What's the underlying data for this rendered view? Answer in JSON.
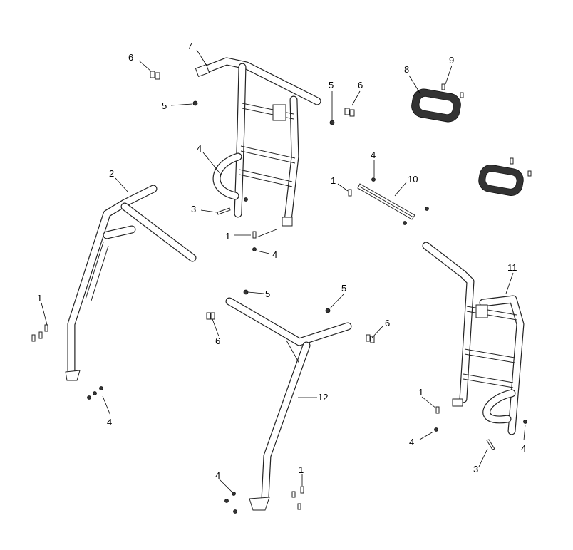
{
  "diagram": {
    "callouts": {
      "c1": "1",
      "c2": "1",
      "c3": "1",
      "c4": "1",
      "c5": "1",
      "c6": "2",
      "c7": "3",
      "c8": "3",
      "c9": "4",
      "c10": "4",
      "c11": "4",
      "c12": "4",
      "c13": "4",
      "c14": "4",
      "c15": "4",
      "c16": "5",
      "c17": "5",
      "c18": "5",
      "c19": "5",
      "c20": "6",
      "c21": "6",
      "c22": "6",
      "c23": "6",
      "c24": "7",
      "c25": "8",
      "c26": "9",
      "c27": "10",
      "c28": "11",
      "c29": "12"
    }
  }
}
